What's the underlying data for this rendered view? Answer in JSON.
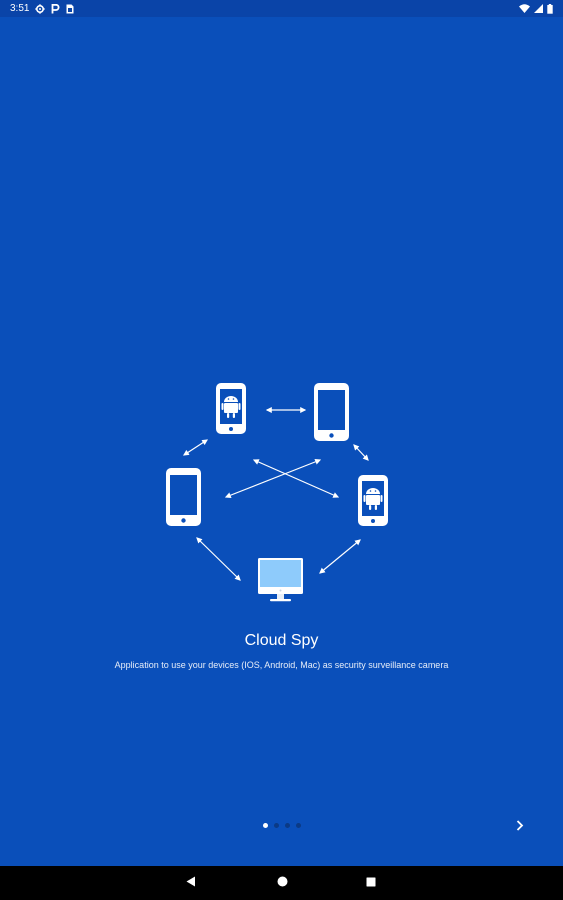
{
  "status_bar": {
    "time": "3:51",
    "left_icons": [
      "gear-icon",
      "parking-icon",
      "sim-card-icon"
    ],
    "right_icons": [
      "wifi-icon",
      "cellular-signal-icon",
      "battery-icon"
    ]
  },
  "onboarding": {
    "title": "Cloud Spy",
    "description": "Application to use your devices (IOS, Android, Mac) as security surveillance camera",
    "page_count": 4,
    "current_page": 1,
    "next_icon": "chevron-right-icon"
  },
  "navigation_bar": {
    "buttons": [
      "back-icon",
      "home-icon",
      "recents-icon"
    ]
  },
  "colors": {
    "background": "#0a4fba",
    "status_bar": "#0a44a8",
    "text": "#ffffff",
    "monitor_screen": "#8ecbfb",
    "inactive_dot": "#0b3a85"
  }
}
